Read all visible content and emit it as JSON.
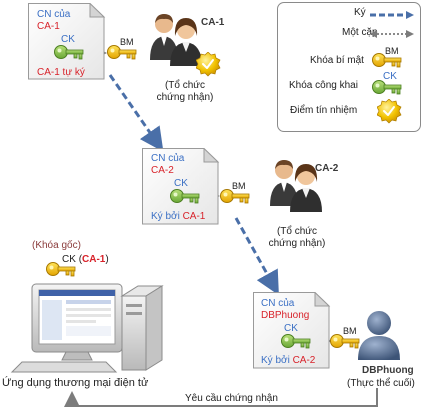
{
  "legend": {
    "signed": "Ký",
    "pair": "Một cặp",
    "private_key": "Khóa bí mật",
    "private_key_tag": "BM",
    "public_key": "Khóa công khai",
    "public_key_tag": "CK",
    "trust_point": "Điểm tín nhiệm"
  },
  "ca1_cert": {
    "line1": "CN của",
    "line2": "CA-1",
    "ck": "CK",
    "signed_by": "CA-1 tự ký"
  },
  "ca1": {
    "bm": "BM",
    "name": "CA-1",
    "role": "(Tổ chức\nchứng nhận)"
  },
  "ca2_cert": {
    "line1": "CN của",
    "line2": "CA-2",
    "ck": "CK",
    "signed_by_prefix": "Ký bởi",
    "signed_by_name": "CA-1"
  },
  "ca2": {
    "bm": "BM",
    "name": "CA-2",
    "role": "(Tổ chức\nchứng nhận)"
  },
  "root_key": {
    "label": "(Khóa gốc)",
    "ck": "CK",
    "owner_prefix": "(",
    "owner": "CA-1",
    "owner_suffix": ")"
  },
  "app": {
    "label": "Ứng dụng thương mại điện tử"
  },
  "user_cert": {
    "line1": "CN của",
    "line2": "DBPhuong",
    "ck": "CK",
    "signed_by_prefix": "Ký bởi",
    "signed_by_name": "CA-2"
  },
  "user": {
    "bm": "BM",
    "name": "DBPhuong",
    "role": "(Thực thể cuối)"
  },
  "request": {
    "label": "Yêu cầu chứng nhận"
  },
  "colors": {
    "blue_text": "#3a6fc4",
    "red_text": "#d8222a",
    "signed_arrow": "#4a6fa8",
    "gold": "#f2c200"
  }
}
